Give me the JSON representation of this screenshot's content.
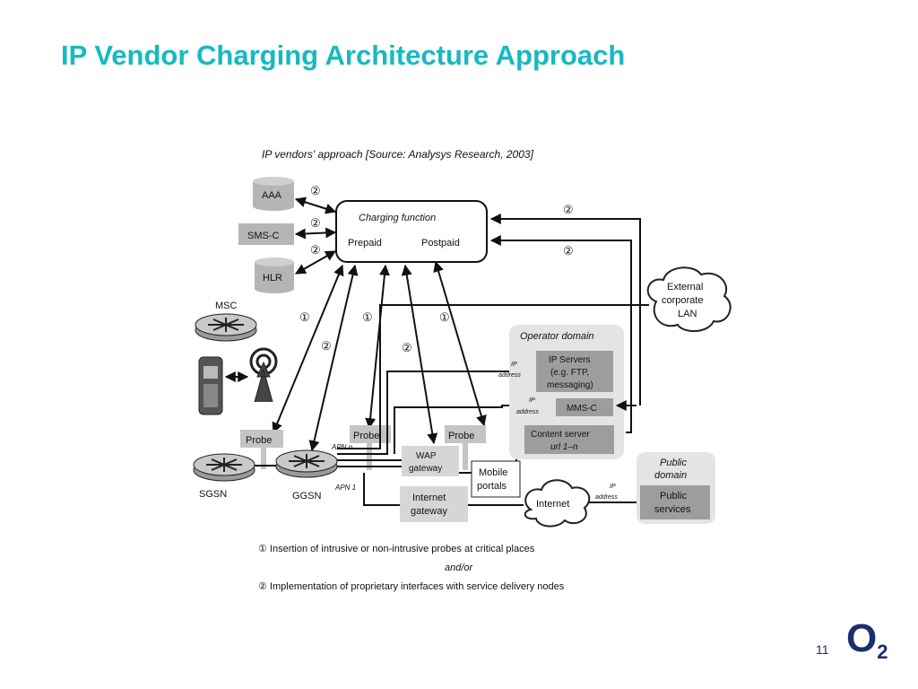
{
  "slide": {
    "title": "IP Vendor Charging Architecture Approach",
    "page_number": "11",
    "logo": "O2"
  },
  "diagram": {
    "caption": "IP vendors' approach [Source: Analysys Research, 2003]",
    "charging_function": {
      "title": "Charging function",
      "prepaid": "Prepaid",
      "postpaid": "Postpaid"
    },
    "nodes": {
      "aaa": "AAA",
      "smsc": "SMS-C",
      "hlr": "HLR",
      "msc": "MSC",
      "sgsn": "SGSN",
      "ggsn": "GGSN",
      "probe": "Probe",
      "wap_gateway": [
        "WAP",
        "gateway"
      ],
      "internet_gateway": [
        "Internet",
        "gateway"
      ],
      "mobile_portals": [
        "Mobile",
        "portals"
      ],
      "internet": "Internet",
      "external_lan": [
        "External",
        "corporate",
        "LAN"
      ],
      "operator_domain": "Operator domain",
      "ip_servers": [
        "IP Servers",
        "(e.g. FTP,",
        "messaging)"
      ],
      "mmsc": "MMS-C",
      "content_server": [
        "Content server",
        "url 1–n"
      ],
      "public_domain": [
        "Public",
        "domain"
      ],
      "public_services": [
        "Public",
        "services"
      ],
      "ip_address": [
        "IP",
        "address"
      ],
      "apn_n": "APN n",
      "apn_1": "APN 1"
    },
    "markers": {
      "one": "①",
      "two": "②"
    },
    "legend": {
      "item1": "① Insertion of intrusive or non-intrusive probes at critical places",
      "andor": "and/or",
      "item2": "② Implementation of proprietary interfaces with service delivery nodes"
    }
  }
}
